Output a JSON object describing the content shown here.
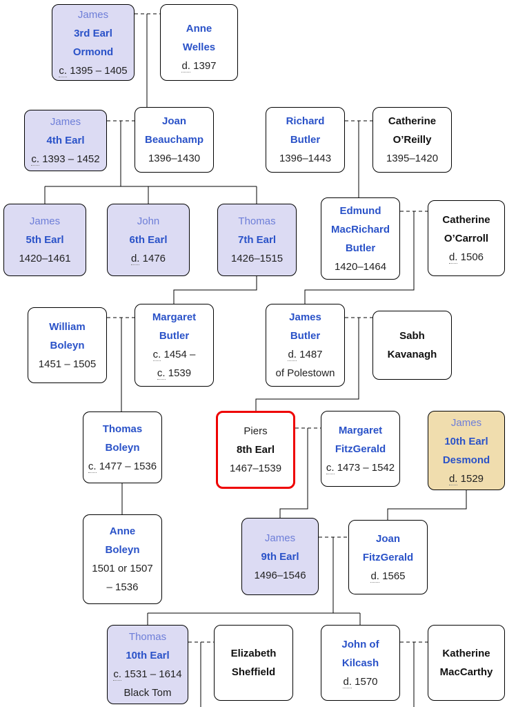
{
  "diagram": {
    "type": "family-tree",
    "colors": {
      "earl_box_fill": "#dcdbf3",
      "desmond_box_fill": "#f0ddae",
      "highlight_border": "#ee0000",
      "link_blue_bold": "#2a52c8",
      "link_blue_plain": "#6d7ed8",
      "connector_color": "#000000"
    }
  },
  "nodes": [
    {
      "id": "james-3rd-earl-ormond",
      "fill": "lavender",
      "lines": [
        {
          "text": "James",
          "kind": "link"
        },
        {
          "text": "3rd Earl",
          "kind": "link-bold"
        },
        {
          "text": "Ormond",
          "kind": "link-bold"
        },
        {
          "abbr": "c.",
          "text": " 1395 – 1405",
          "kind": "plain"
        }
      ]
    },
    {
      "id": "anne-welles",
      "fill": "white",
      "lines": [
        {
          "text": "Anne",
          "kind": "link-bold"
        },
        {
          "text": "Welles",
          "kind": "link-bold"
        },
        {
          "abbr": "d.",
          "text": " 1397",
          "kind": "plain"
        }
      ]
    },
    {
      "id": "james-4th-earl",
      "fill": "lavender",
      "lines": [
        {
          "text": "James",
          "kind": "link"
        },
        {
          "text": "4th Earl",
          "kind": "link-bold"
        },
        {
          "abbr": "c.",
          "text": " 1393 – 1452",
          "kind": "plain"
        }
      ]
    },
    {
      "id": "joan-beauchamp",
      "fill": "white",
      "lines": [
        {
          "text": "Joan",
          "kind": "link-bold"
        },
        {
          "text": "Beauchamp",
          "kind": "link-bold"
        },
        {
          "text": "1396–1430",
          "kind": "plain"
        }
      ]
    },
    {
      "id": "richard-butler",
      "fill": "white",
      "lines": [
        {
          "text": "Richard",
          "kind": "link-bold"
        },
        {
          "text": "Butler",
          "kind": "link-bold"
        },
        {
          "text": "1396–1443",
          "kind": "plain"
        }
      ]
    },
    {
      "id": "catherine-oreilly",
      "fill": "white",
      "lines": [
        {
          "text": "Catherine",
          "kind": "bold"
        },
        {
          "text": "O’Reilly",
          "kind": "bold"
        },
        {
          "text": "1395–1420",
          "kind": "plain"
        }
      ]
    },
    {
      "id": "james-5th-earl",
      "fill": "lavender",
      "lines": [
        {
          "text": "James",
          "kind": "link"
        },
        {
          "text": "5th Earl",
          "kind": "link-bold"
        },
        {
          "text": "1420–1461",
          "kind": "plain"
        }
      ]
    },
    {
      "id": "john-6th-earl",
      "fill": "lavender",
      "lines": [
        {
          "text": "John",
          "kind": "link"
        },
        {
          "text": "6th Earl",
          "kind": "link-bold"
        },
        {
          "abbr": "d.",
          "text": " 1476",
          "kind": "plain"
        }
      ]
    },
    {
      "id": "thomas-7th-earl",
      "fill": "lavender",
      "lines": [
        {
          "text": "Thomas",
          "kind": "link"
        },
        {
          "text": "7th Earl",
          "kind": "link-bold"
        },
        {
          "text": "1426–1515",
          "kind": "plain"
        }
      ]
    },
    {
      "id": "edmund-macrichard-butler",
      "fill": "white",
      "lines": [
        {
          "text": "Edmund",
          "kind": "link-bold"
        },
        {
          "text": "MacRichard",
          "kind": "link-bold"
        },
        {
          "text": "Butler",
          "kind": "link-bold"
        },
        {
          "text": "1420–1464",
          "kind": "plain"
        }
      ]
    },
    {
      "id": "catherine-ocarroll",
      "fill": "white",
      "lines": [
        {
          "text": "Catherine",
          "kind": "bold"
        },
        {
          "text": "O’Carroll",
          "kind": "bold"
        },
        {
          "abbr": "d.",
          "text": " 1506",
          "kind": "plain"
        }
      ]
    },
    {
      "id": "william-boleyn",
      "fill": "white",
      "lines": [
        {
          "text": "William",
          "kind": "link-bold"
        },
        {
          "text": "Boleyn",
          "kind": "link-bold"
        },
        {
          "text": "1451 – 1505",
          "kind": "plain"
        }
      ]
    },
    {
      "id": "margaret-butler",
      "fill": "white",
      "lines": [
        {
          "text": "Margaret",
          "kind": "link-bold"
        },
        {
          "text": "Butler",
          "kind": "link-bold"
        },
        {
          "abbr": "c.",
          "text": " 1454 –",
          "kind": "plain"
        },
        {
          "abbr": "c.",
          "text": " 1539",
          "kind": "plain"
        }
      ]
    },
    {
      "id": "james-butler-of-polestown",
      "fill": "white",
      "lines": [
        {
          "text": "James",
          "kind": "link-bold"
        },
        {
          "text": "Butler",
          "kind": "link-bold"
        },
        {
          "abbr": "d.",
          "text": " 1487",
          "kind": "plain"
        },
        {
          "text": "of Polestown",
          "kind": "plain"
        }
      ]
    },
    {
      "id": "sabh-kavanagh",
      "fill": "white",
      "lines": [
        {
          "text": "Sabh",
          "kind": "bold"
        },
        {
          "text": "Kavanagh",
          "kind": "bold"
        }
      ]
    },
    {
      "id": "thomas-boleyn",
      "fill": "white",
      "lines": [
        {
          "text": "Thomas",
          "kind": "link-bold"
        },
        {
          "text": "Boleyn",
          "kind": "link-bold"
        },
        {
          "abbr": "c.",
          "text": " 1477 – 1536",
          "kind": "plain"
        }
      ]
    },
    {
      "id": "piers-8th-earl",
      "fill": "white",
      "highlight": "red-border",
      "lines": [
        {
          "text": "Piers",
          "kind": "plain"
        },
        {
          "text": "8th Earl",
          "kind": "bold"
        },
        {
          "text": "1467–1539",
          "kind": "plain"
        }
      ]
    },
    {
      "id": "margaret-fitzgerald",
      "fill": "white",
      "lines": [
        {
          "text": "Margaret",
          "kind": "link-bold"
        },
        {
          "text": "FitzGerald",
          "kind": "link-bold"
        },
        {
          "abbr": "c.",
          "text": " 1473 – 1542",
          "kind": "plain"
        }
      ]
    },
    {
      "id": "james-10th-earl-desmond",
      "fill": "tan",
      "lines": [
        {
          "text": "James",
          "kind": "link"
        },
        {
          "text": "10th Earl",
          "kind": "link-bold"
        },
        {
          "text": "Desmond",
          "kind": "link-bold"
        },
        {
          "abbr": "d.",
          "text": " 1529",
          "kind": "plain"
        }
      ]
    },
    {
      "id": "anne-boleyn",
      "fill": "white",
      "lines": [
        {
          "text": "Anne",
          "kind": "link-bold"
        },
        {
          "text": "Boleyn",
          "kind": "link-bold"
        },
        {
          "text": "1501 or 1507",
          "kind": "plain"
        },
        {
          "text": "– 1536",
          "kind": "plain"
        }
      ]
    },
    {
      "id": "james-9th-earl",
      "fill": "lavender",
      "lines": [
        {
          "text": "James",
          "kind": "link"
        },
        {
          "text": "9th Earl",
          "kind": "link-bold"
        },
        {
          "text": "1496–1546",
          "kind": "plain"
        }
      ]
    },
    {
      "id": "joan-fitzgerald",
      "fill": "white",
      "lines": [
        {
          "text": "Joan",
          "kind": "link-bold"
        },
        {
          "text": "FitzGerald",
          "kind": "link-bold"
        },
        {
          "abbr": "d.",
          "text": " 1565",
          "kind": "plain"
        }
      ]
    },
    {
      "id": "thomas-10th-earl",
      "fill": "lavender",
      "lines": [
        {
          "text": "Thomas",
          "kind": "link"
        },
        {
          "text": "10th Earl",
          "kind": "link-bold"
        },
        {
          "abbr": "c.",
          "text": " 1531 – 1614",
          "kind": "plain"
        },
        {
          "text": "Black Tom",
          "kind": "plain"
        }
      ]
    },
    {
      "id": "elizabeth-sheffield",
      "fill": "white",
      "lines": [
        {
          "text": "Elizabeth",
          "kind": "bold"
        },
        {
          "text": "Sheffield",
          "kind": "bold"
        }
      ]
    },
    {
      "id": "john-of-kilcash",
      "fill": "white",
      "lines": [
        {
          "text": "John of",
          "kind": "link-bold"
        },
        {
          "text": "Kilcash",
          "kind": "link-bold"
        },
        {
          "abbr": "d.",
          "text": " 1570",
          "kind": "plain"
        }
      ]
    },
    {
      "id": "katherine-maccarthy",
      "fill": "white",
      "lines": [
        {
          "text": "Katherine",
          "kind": "bold"
        },
        {
          "text": "MacCarthy",
          "kind": "bold"
        }
      ]
    }
  ]
}
